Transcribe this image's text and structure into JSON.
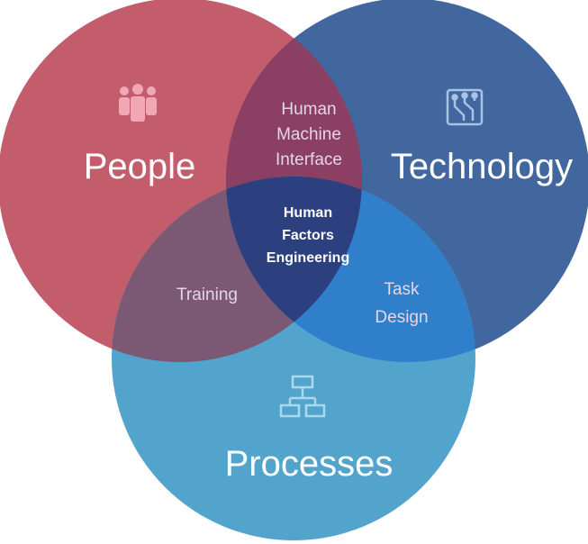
{
  "diagram": {
    "circles": {
      "people": {
        "label": "People",
        "icon": "people-icon",
        "color": "#c05a68"
      },
      "technology": {
        "label": "Technology",
        "icon": "circuit-icon",
        "color": "#3f6aa5"
      },
      "processes": {
        "label": "Processes",
        "icon": "flowchart-icon",
        "color": "#4fa3cc"
      }
    },
    "intersections": {
      "people_technology": [
        "Human",
        "Machine",
        "Interface"
      ],
      "people_processes": [
        "Training"
      ],
      "technology_processes": [
        "Task",
        "Design"
      ],
      "center": [
        "Human",
        "Factors",
        "Engineering"
      ]
    }
  }
}
